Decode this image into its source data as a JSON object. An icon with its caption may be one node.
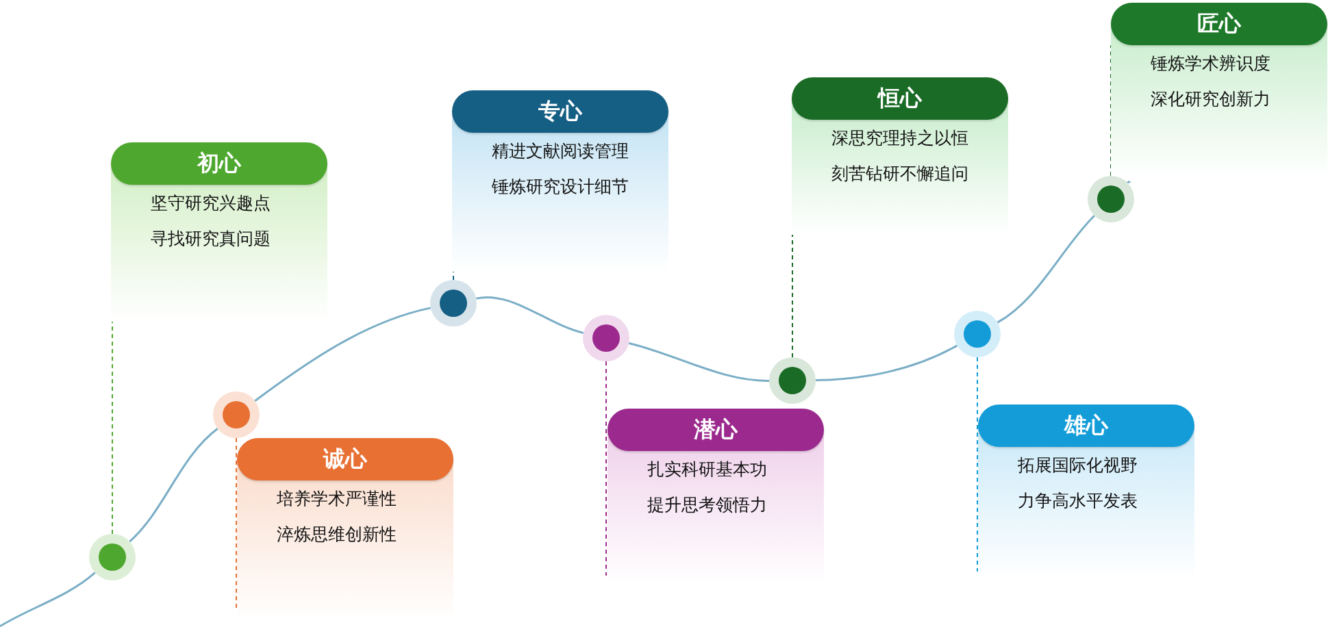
{
  "diagram": {
    "nodes": [
      {
        "text": [
          "初心",
          "坚守研究兴趣点",
          "寻找研究真问题"
        ]
      },
      {
        "text": [
          "诚心",
          "培养学术严谨性",
          "淬炼思维创新性"
        ]
      },
      {
        "text": [
          "专心",
          "精进文献阅读管理",
          "锤炼研究设计细节"
        ]
      },
      {
        "text": [
          "潜心",
          "扎实科研基本功",
          "提升思考领悟力"
        ]
      },
      {
        "text": [
          "恒心",
          "深思究理持之以恒",
          "刻苦钻研不懈追问"
        ]
      },
      {
        "text": [
          "雄心",
          "拓展国际化视野",
          "力争高水平发表"
        ]
      },
      {
        "text": [
          "匠心",
          "锤炼学术辨识度",
          "深化研究创新力"
        ]
      },
      {
        "text": [],
        "shape": "circle"
      },
      {
        "text": [],
        "shape": "circle"
      },
      {
        "text": [],
        "shape": "circle"
      },
      {
        "text": [],
        "shape": "circle"
      },
      {
        "text": [],
        "shape": "circle"
      },
      {
        "text": [],
        "shape": "circle"
      },
      {
        "text": [],
        "shape": "circle"
      }
    ],
    "edges": [
      {
        "from": 7,
        "to": 0,
        "arrow": "none",
        "style": "dashed",
        "color": "#4ea72e"
      },
      {
        "from": 8,
        "to": 1,
        "arrow": "none",
        "style": "dashed",
        "color": "#e87033"
      },
      {
        "from": 9,
        "to": 2,
        "arrow": "none",
        "style": "dashed",
        "color": "#155f84"
      },
      {
        "from": 10,
        "to": 3,
        "arrow": "none",
        "style": "dashed",
        "color": "#9c2a8e"
      },
      {
        "from": 11,
        "to": 4,
        "arrow": "none",
        "style": "dashed",
        "color": "#1a6b25"
      },
      {
        "from": 12,
        "to": 5,
        "arrow": "none",
        "style": "dashed",
        "color": "#139cd8"
      },
      {
        "from": 13,
        "to": 6,
        "arrow": "none",
        "style": "dashed",
        "color": "#1a6b25"
      },
      {
        "from": null,
        "to": 7,
        "arrow": "none"
      },
      {
        "from": 7,
        "to": 8,
        "arrow": "none"
      },
      {
        "from": 8,
        "to": 9,
        "arrow": "none"
      },
      {
        "from": 9,
        "to": 10,
        "arrow": "none"
      },
      {
        "from": 10,
        "to": 11,
        "arrow": "none"
      },
      {
        "from": 11,
        "to": 12,
        "arrow": "none"
      },
      {
        "from": 12,
        "to": 13,
        "arrow": "none"
      },
      {
        "from": 13,
        "to": null,
        "arrow": "none"
      }
    ]
  }
}
